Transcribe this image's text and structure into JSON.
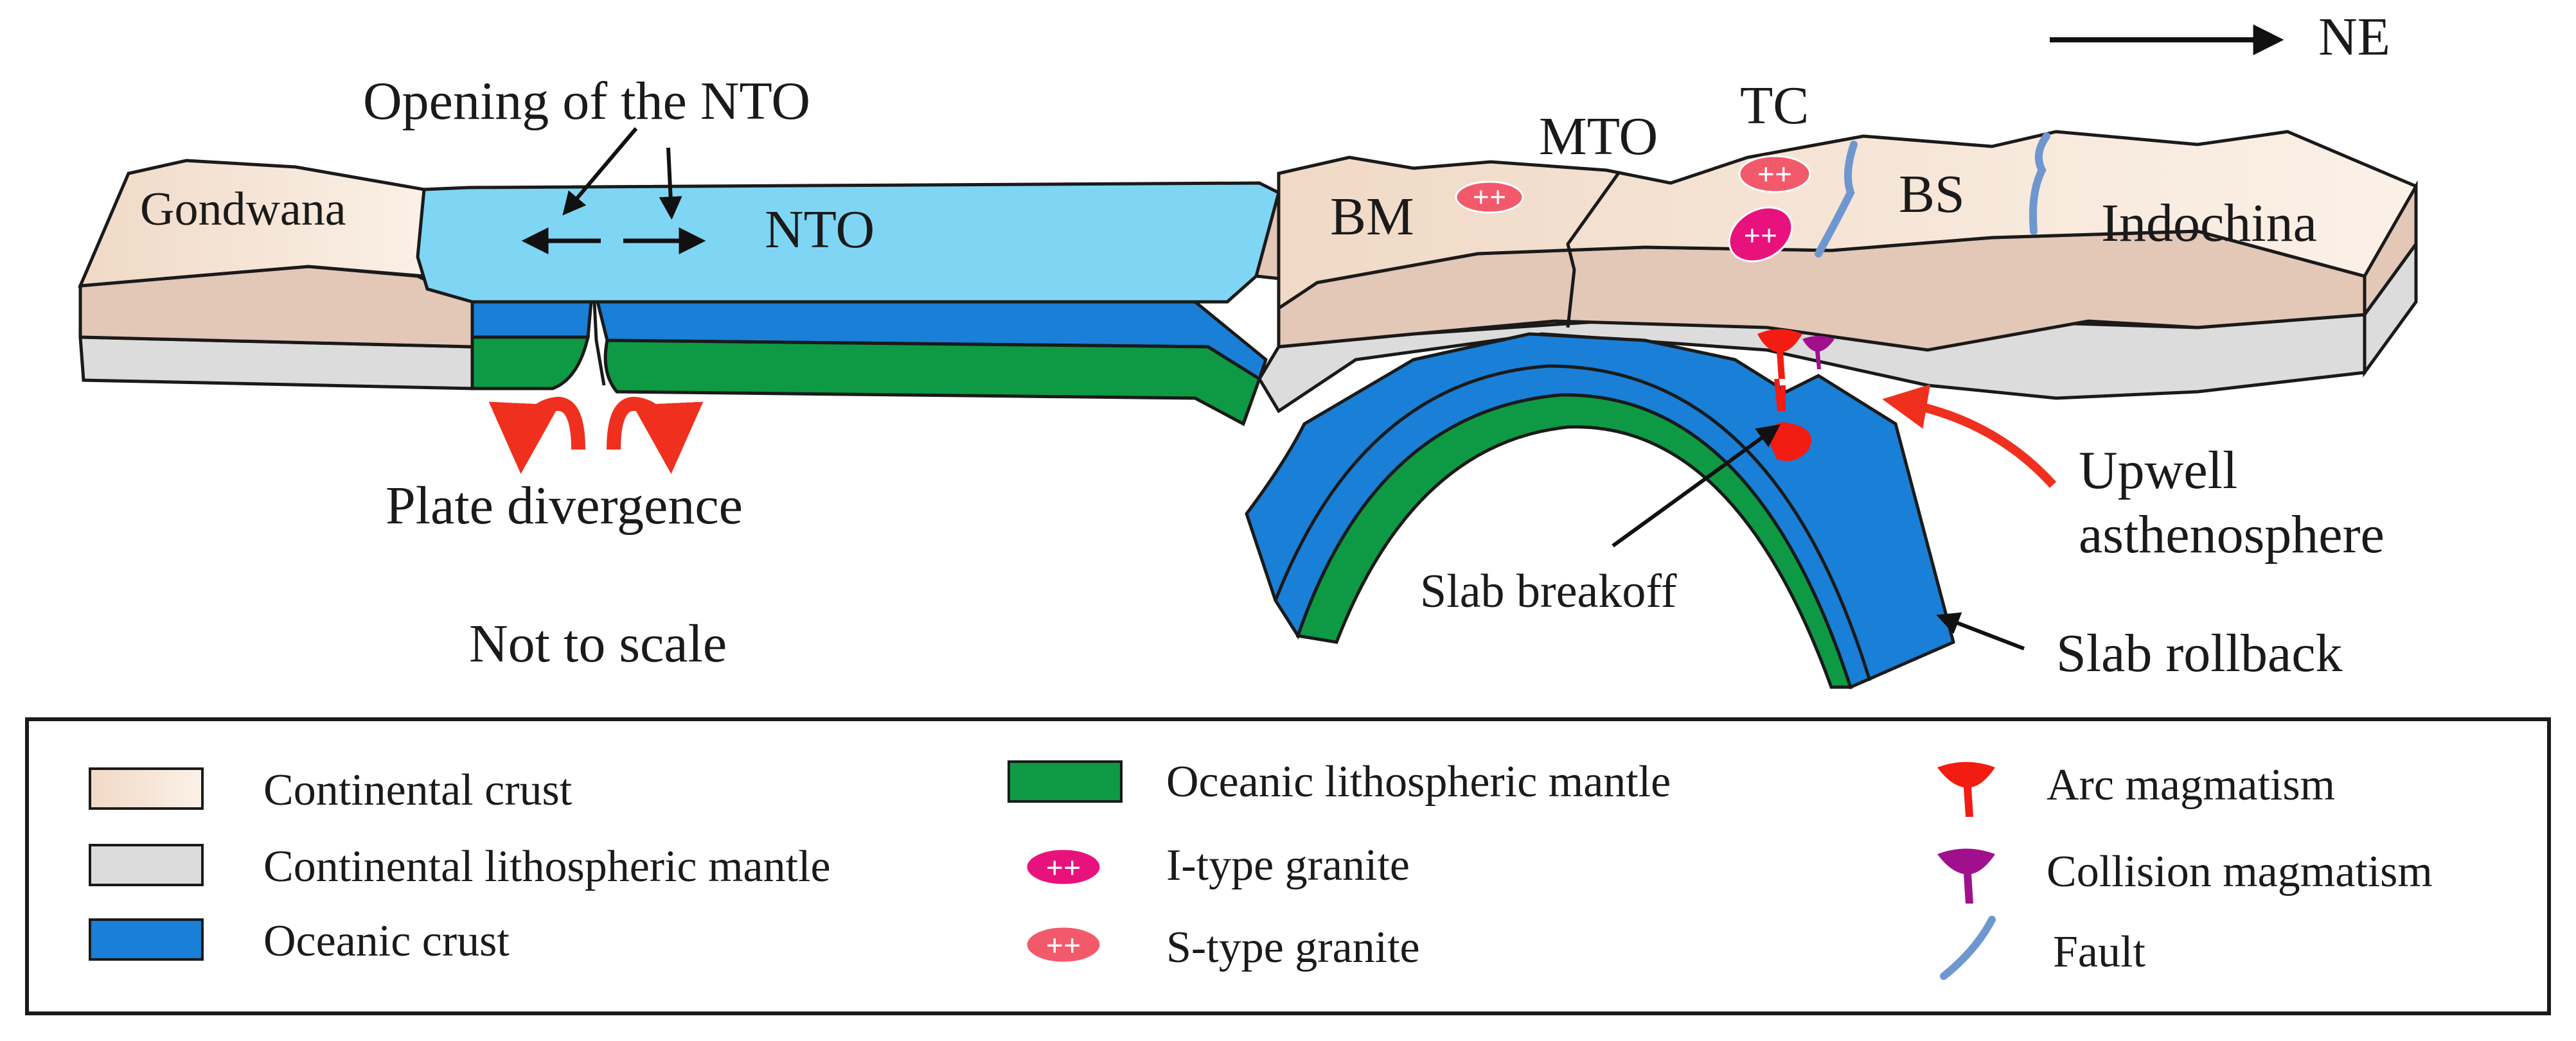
{
  "labels": {
    "direction": "NE",
    "opening": "Opening of the NTO",
    "gondwana": "Gondwana",
    "nto": "NTO",
    "bm": "BM",
    "mto": "MTO",
    "tc": "TC",
    "bs": "BS",
    "indochina": "Indochina",
    "plate_divergence": "Plate divergence",
    "upwell_line1": "Upwell",
    "upwell_line2": "asthenosphere",
    "slab_breakoff": "Slab breakoff",
    "slab_rollback": "Slab rollback",
    "not_to_scale": "Not to scale"
  },
  "legend": {
    "items": [
      {
        "label": "Continental crust",
        "symbol": "continental-crust"
      },
      {
        "label": "Continental lithospheric mantle",
        "symbol": "continental-lithospheric-mantle"
      },
      {
        "label": "Oceanic crust",
        "symbol": "oceanic-crust"
      },
      {
        "label": "Oceanic lithospheric mantle",
        "symbol": "oceanic-lithospheric-mantle"
      },
      {
        "label": "I-type granite",
        "symbol": "i-type-granite"
      },
      {
        "label": "S-type granite",
        "symbol": "s-type-granite"
      },
      {
        "label": "Arc magmatism",
        "symbol": "arc-magmatism"
      },
      {
        "label": "Collision magmatism",
        "symbol": "collision-magmatism"
      },
      {
        "label": "Fault",
        "symbol": "fault"
      }
    ]
  },
  "colors": {
    "continental_crust": "#f7e8da",
    "continental_crust_lower": "#e3c7b7",
    "continental_mantle": "#dcdcdc",
    "ocean_water": "#7fd6f4",
    "oceanic_crust": "#1a7fd6",
    "oceanic_mantle": "#0e9a44",
    "i_type_granite": "#e8127c",
    "s_type_granite": "#f25a6c",
    "arc_magmatism": "#f21c12",
    "collision_magmatism": "#a0108c",
    "fault": "#6f97cf",
    "arrow_red": "#f0301e"
  }
}
